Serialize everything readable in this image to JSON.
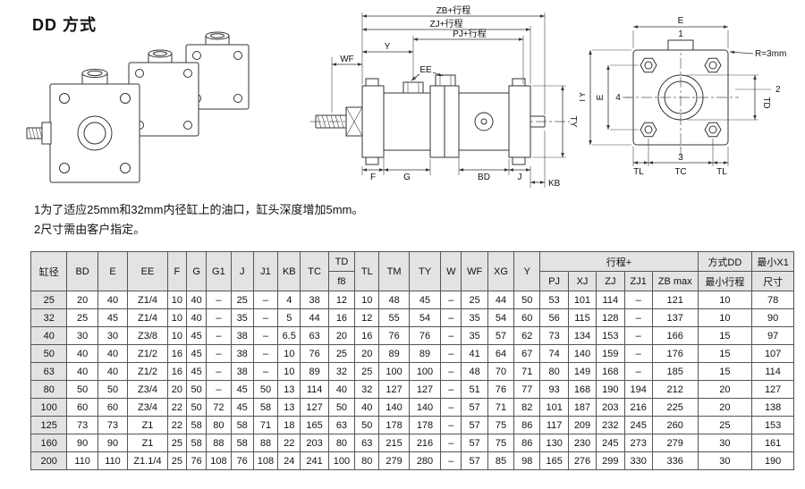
{
  "page": {
    "title": "DD 方式",
    "notes": [
      "1为了适应25mm和32mm内径缸上的油口，缸头深度增加5mm。",
      "2尺寸需由客户指定。"
    ]
  },
  "drawings": {
    "side_view": {
      "zb": "ZB+行程",
      "zj": "ZJ+行程",
      "pj": "PJ+行程",
      "y": "Y",
      "wf": "WF",
      "ee": "EE",
      "f": "F",
      "g": "G",
      "bd": "BD",
      "j": "J",
      "kb": "KB",
      "ty": "TY"
    },
    "end_view": {
      "e_top": "E",
      "num1": "1",
      "r_note": "R=3mm",
      "num2": "2",
      "num3": "3",
      "num4": "4",
      "ty": "TY",
      "e_left": "E",
      "td": "TD",
      "tl_left": "TL",
      "tc": "TC",
      "tl_right": "TL"
    }
  },
  "table": {
    "headers": {
      "main": [
        "缸径",
        "BD",
        "E",
        "EE",
        "F",
        "G",
        "G1",
        "J",
        "J1",
        "KB",
        "TC",
        "TD",
        "TL",
        "TM",
        "TY",
        "W",
        "WF",
        "XG",
        "Y"
      ],
      "td_sub": "f8",
      "stroke_group": "行程+",
      "stroke_sub": [
        "PJ",
        "XJ",
        "ZJ",
        "ZJ1",
        "ZB max"
      ],
      "dd_group": "方式DD",
      "dd_sub": "最小行程",
      "x1_group": "最小X1",
      "x1_sub": "尺寸"
    },
    "rows": [
      [
        "25",
        "20",
        "40",
        "Z1/4",
        "10",
        "40",
        "–",
        "25",
        "–",
        "4",
        "38",
        "12",
        "10",
        "48",
        "45",
        "–",
        "25",
        "44",
        "50",
        "53",
        "101",
        "114",
        "–",
        "121",
        "10",
        "78"
      ],
      [
        "32",
        "25",
        "45",
        "Z1/4",
        "10",
        "40",
        "–",
        "35",
        "–",
        "5",
        "44",
        "16",
        "12",
        "55",
        "54",
        "–",
        "35",
        "54",
        "60",
        "56",
        "115",
        "128",
        "–",
        "137",
        "10",
        "90"
      ],
      [
        "40",
        "30",
        "30",
        "Z3/8",
        "10",
        "45",
        "–",
        "38",
        "–",
        "6.5",
        "63",
        "20",
        "16",
        "76",
        "76",
        "–",
        "35",
        "57",
        "62",
        "73",
        "134",
        "153",
        "–",
        "166",
        "15",
        "97"
      ],
      [
        "50",
        "40",
        "40",
        "Z1/2",
        "16",
        "45",
        "–",
        "38",
        "–",
        "10",
        "76",
        "25",
        "20",
        "89",
        "89",
        "–",
        "41",
        "64",
        "67",
        "74",
        "140",
        "159",
        "–",
        "176",
        "15",
        "107"
      ],
      [
        "63",
        "40",
        "40",
        "Z1/2",
        "16",
        "45",
        "–",
        "38",
        "–",
        "10",
        "89",
        "32",
        "25",
        "100",
        "100",
        "–",
        "48",
        "70",
        "71",
        "80",
        "149",
        "168",
        "–",
        "185",
        "15",
        "114"
      ],
      [
        "80",
        "50",
        "50",
        "Z3/4",
        "20",
        "50",
        "–",
        "45",
        "50",
        "13",
        "114",
        "40",
        "32",
        "127",
        "127",
        "–",
        "51",
        "76",
        "77",
        "93",
        "168",
        "190",
        "194",
        "212",
        "20",
        "127"
      ],
      [
        "100",
        "60",
        "60",
        "Z3/4",
        "22",
        "50",
        "72",
        "45",
        "58",
        "13",
        "127",
        "50",
        "40",
        "140",
        "140",
        "–",
        "57",
        "71",
        "82",
        "101",
        "187",
        "203",
        "216",
        "225",
        "20",
        "138"
      ],
      [
        "125",
        "73",
        "73",
        "Z1",
        "22",
        "58",
        "80",
        "58",
        "71",
        "18",
        "165",
        "63",
        "50",
        "178",
        "178",
        "–",
        "57",
        "75",
        "86",
        "117",
        "209",
        "232",
        "245",
        "260",
        "25",
        "153"
      ],
      [
        "160",
        "90",
        "90",
        "Z1",
        "25",
        "58",
        "88",
        "58",
        "88",
        "22",
        "203",
        "80",
        "63",
        "215",
        "216",
        "–",
        "57",
        "75",
        "86",
        "130",
        "230",
        "245",
        "273",
        "279",
        "30",
        "161"
      ],
      [
        "200",
        "110",
        "110",
        "Z1.1/4",
        "25",
        "76",
        "108",
        "76",
        "108",
        "24",
        "241",
        "100",
        "80",
        "279",
        "280",
        "–",
        "57",
        "85",
        "98",
        "165",
        "276",
        "299",
        "330",
        "336",
        "30",
        "190"
      ]
    ]
  }
}
